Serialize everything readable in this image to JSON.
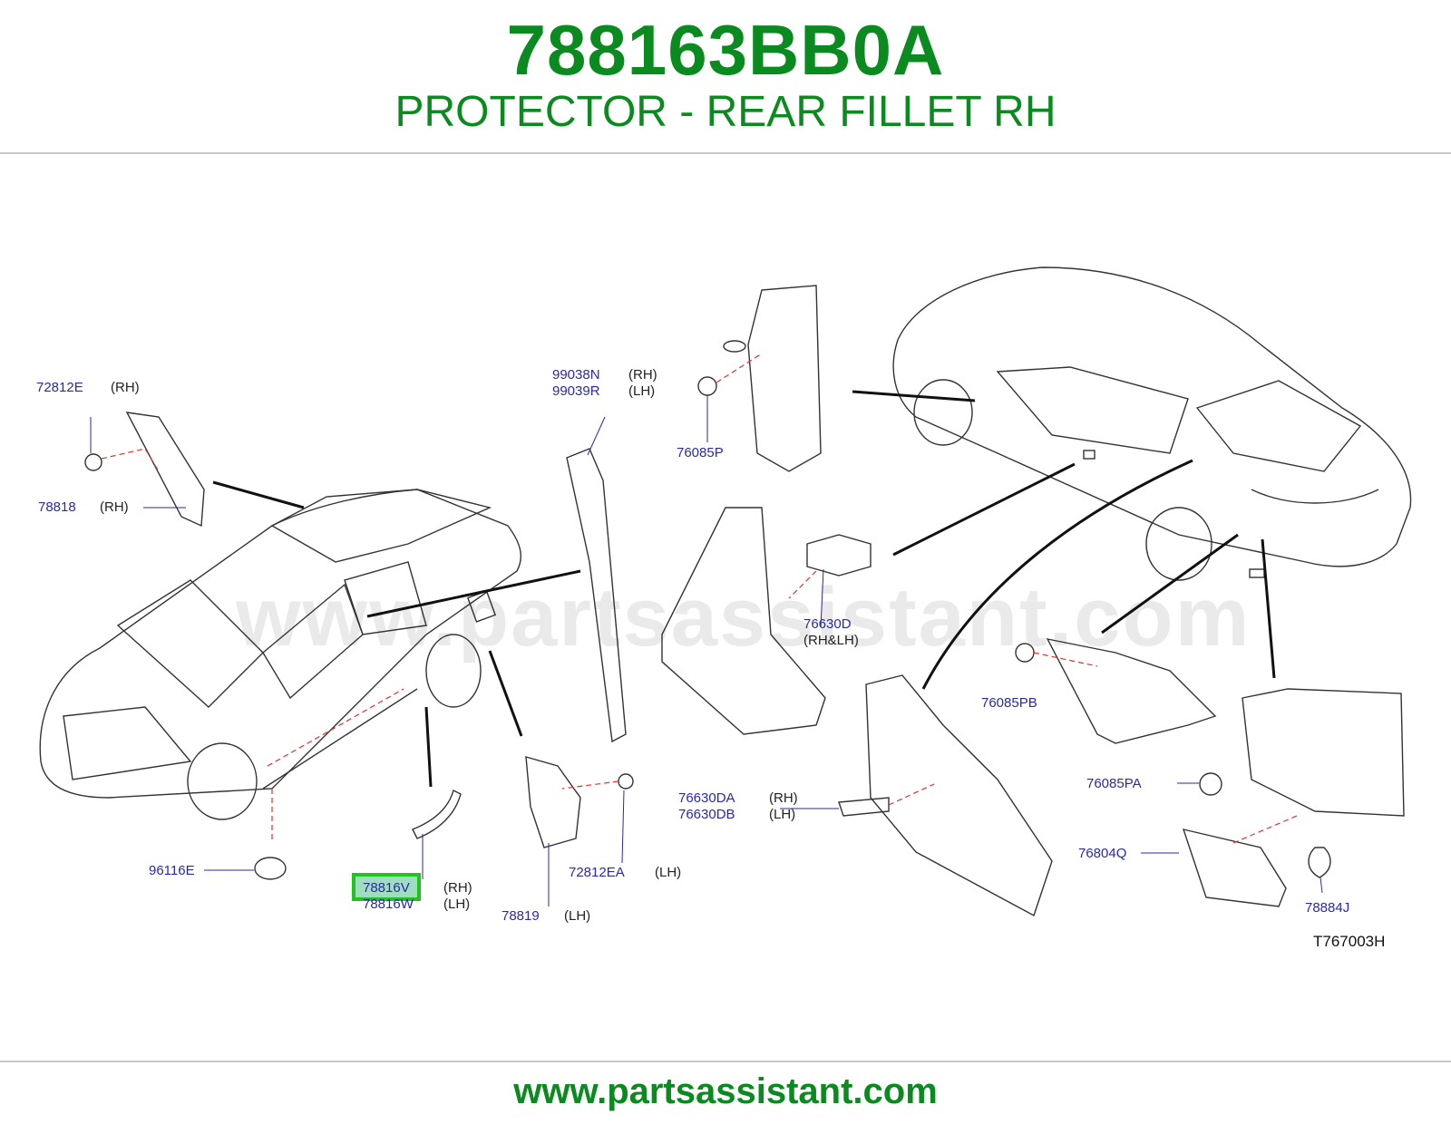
{
  "header": {
    "part_number": "788163BB0A",
    "description": "PROTECTOR - REAR FILLET RH"
  },
  "diagram": {
    "watermark": "www.partsassistant.com",
    "drawing_code": "T767003H",
    "highlight_color": "#1fc41f",
    "callouts": [
      {
        "code": "72812E",
        "side": "(RH)"
      },
      {
        "code": "78818",
        "side": "(RH)"
      },
      {
        "code": "99038N",
        "side": "(RH)"
      },
      {
        "code": "99039R",
        "side": "(LH)"
      },
      {
        "code": "76085P",
        "side": ""
      },
      {
        "code": "76630D",
        "side": "(RH&LH)"
      },
      {
        "code": "76085PB",
        "side": ""
      },
      {
        "code": "76085PA",
        "side": ""
      },
      {
        "code": "76630DA",
        "side": "(RH)"
      },
      {
        "code": "76630DB",
        "side": "(LH)"
      },
      {
        "code": "76804Q",
        "side": ""
      },
      {
        "code": "78884J",
        "side": ""
      },
      {
        "code": "96116E",
        "side": ""
      },
      {
        "code": "78816V",
        "side": "(RH)",
        "highlighted": true
      },
      {
        "code": "78816W",
        "side": "(LH)"
      },
      {
        "code": "78819",
        "side": "(LH)"
      },
      {
        "code": "72812EA",
        "side": "(LH)"
      }
    ]
  },
  "footer": {
    "url": "www.partsassistant.com"
  }
}
